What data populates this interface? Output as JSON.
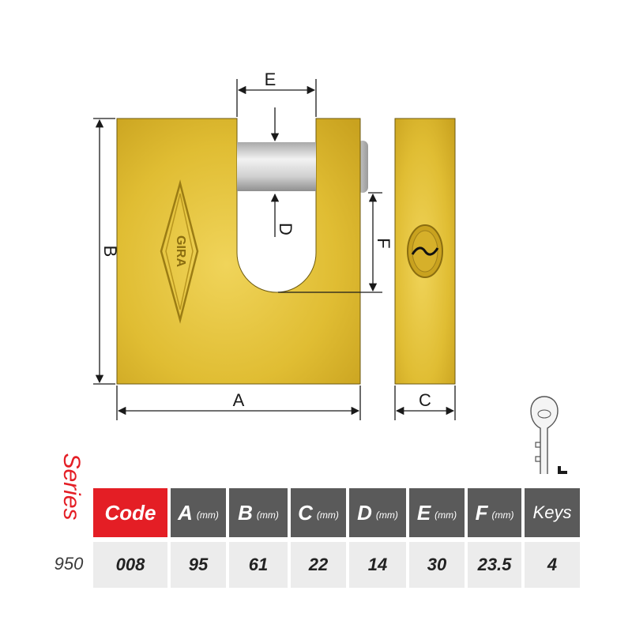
{
  "diagram": {
    "dimension_labels": {
      "A": "A",
      "B": "B",
      "C": "C",
      "D": "D",
      "E": "E",
      "F": "F"
    },
    "brand_logo_text": "GIRA",
    "body_color": "#e0bd33",
    "shackle_color": "#d9d9d9"
  },
  "series": {
    "label": "Series",
    "number": "950"
  },
  "table": {
    "headers": [
      {
        "name": "Code",
        "unit": ""
      },
      {
        "name": "A",
        "unit": "(mm)"
      },
      {
        "name": "B",
        "unit": "(mm)"
      },
      {
        "name": "C",
        "unit": "(mm)"
      },
      {
        "name": "D",
        "unit": "(mm)"
      },
      {
        "name": "E",
        "unit": "(mm)"
      },
      {
        "name": "F",
        "unit": "(mm)"
      },
      {
        "name": "Keys",
        "unit": ""
      }
    ],
    "values": [
      "008",
      "95",
      "61",
      "22",
      "14",
      "30",
      "23.5",
      "4"
    ],
    "header_color": "#5a5a5a",
    "code_header_color": "#e41e25",
    "value_bg": "#ececec"
  }
}
